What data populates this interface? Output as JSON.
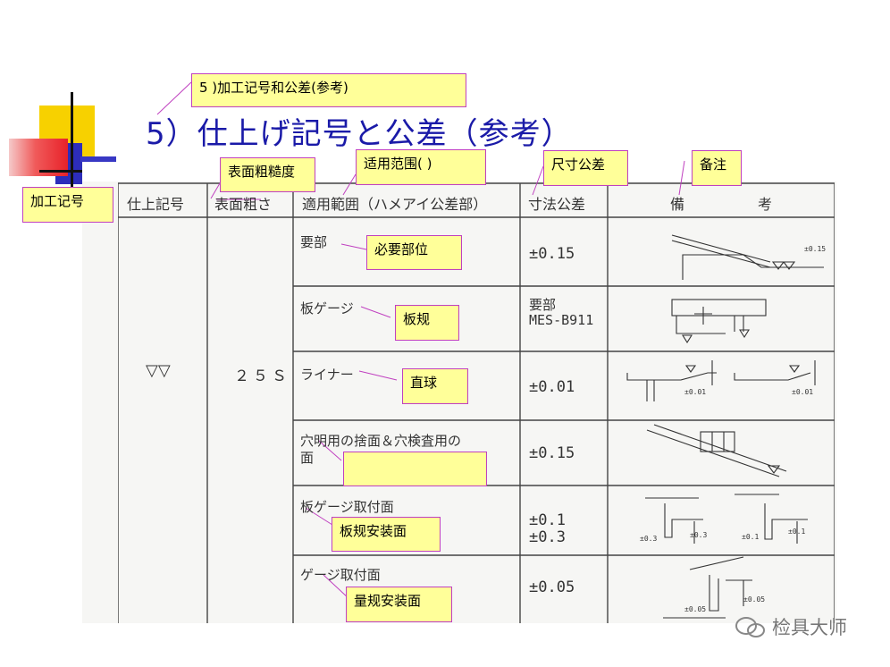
{
  "title": "5）仕上げ記号と公差（参考）",
  "notes": {
    "top": "5 )加工记号和公差(参考)",
    "processing_symbol": "加工记号",
    "surface_roughness": "表面粗糙度",
    "applicable_range": "适用范围(        )",
    "dimension_tolerance": "尺寸公差",
    "remarks": "备注",
    "main_part": "必要部位",
    "plate_gauge": "板规",
    "liner": "直球",
    "hole": "",
    "plate_gauge_mount": "板规安装面",
    "gauge_mount": "量规安装面"
  },
  "table": {
    "headers": [
      "仕上記号",
      "表面粗さ",
      "適用範囲（ハメアイ公差部）",
      "寸法公差",
      "備",
      "考"
    ],
    "symbol": "▽▽",
    "roughness": "２５Ｓ",
    "rows": [
      {
        "range": "要部",
        "range2": "",
        "tolerance": "±0.15",
        "tolerance2": ""
      },
      {
        "range": "板ゲージ",
        "range2": "",
        "tolerance": "要部",
        "tolerance2": "MES-B911"
      },
      {
        "range": "ライナー",
        "range2": "",
        "tolerance": "±0.01",
        "tolerance2": ""
      },
      {
        "range": "穴明用の捨面＆穴検査用の",
        "range2": "面",
        "tolerance": "±0.15",
        "tolerance2": ""
      },
      {
        "range": "板ゲージ取付面",
        "range2": "",
        "tolerance": "±0.1",
        "tolerance2": "±0.3"
      },
      {
        "range": "ゲージ取付面",
        "range2": "",
        "tolerance": "±0.05",
        "tolerance2": ""
      }
    ],
    "sketch_labels": [
      "±0.15",
      "±0.01",
      "±0.01",
      "±0.3",
      "±0.3",
      "±0.1",
      "±0.1",
      "±0.05",
      "±0.05"
    ]
  },
  "watermark": "检具大师",
  "colors": {
    "title": "#1a1aa8",
    "note_bg": "#ffff99",
    "note_border": "#c040c0"
  }
}
